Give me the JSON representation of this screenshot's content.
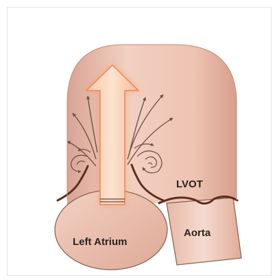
{
  "labels": {
    "lvot": "LVOT",
    "left_atrium": "Left Atrium",
    "aorta": "Aorta"
  },
  "colors": {
    "ventricle_light": "#f3d5c9",
    "ventricle_dark": "#d9a290",
    "outline": "#5a2e1e",
    "arrow_fill": "#f7c6a5",
    "arrow_glow": "#f6a06a",
    "flow_lines": "#6b4a40"
  },
  "icons": [
    "upward-flow-arrow",
    "vortex-swirl"
  ]
}
